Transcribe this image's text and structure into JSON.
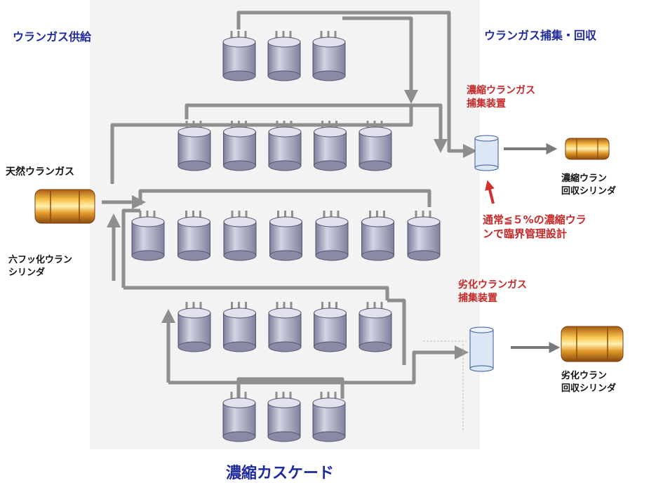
{
  "labels": {
    "supply": "ウランガス供給",
    "capture": "ウランガス捕集・回収",
    "natural_uranium": "天然ウランガス",
    "uf6_cylinder_line1": "六フッ化ウラン",
    "uf6_cylinder_line2": "シリンダ",
    "enriched_trap_line1": "濃縮ウランガス",
    "enriched_trap_line2": "捕集装置",
    "enriched_cylinder_line1": "濃縮ウラン",
    "enriched_cylinder_line2": "回収シリンダ",
    "criticality_note_line1": "通常≦５%の濃縮ウラ",
    "criticality_note_line2": "ンで臨界管理設計",
    "depleted_trap_line1": "劣化ウランガス",
    "depleted_trap_line2": "捕集装置",
    "depleted_cylinder_line1": "劣化ウラン",
    "depleted_cylinder_line2": "回収シリンダ",
    "cascade_title": "濃縮カスケード"
  },
  "colors": {
    "label_blue": "#1f2a9e",
    "label_red": "#c62828",
    "pipe": "#8e8e8e",
    "centrifuge": "#a9a9c2",
    "trap": "#dce6f5",
    "cylinder": "#d9922f"
  },
  "cascade_rows": [
    {
      "stage": 1,
      "centrifuges": 3
    },
    {
      "stage": 2,
      "centrifuges": 5
    },
    {
      "stage": 3,
      "centrifuges": 7
    },
    {
      "stage": 4,
      "centrifuges": 5
    },
    {
      "stage": 5,
      "centrifuges": 3
    }
  ]
}
